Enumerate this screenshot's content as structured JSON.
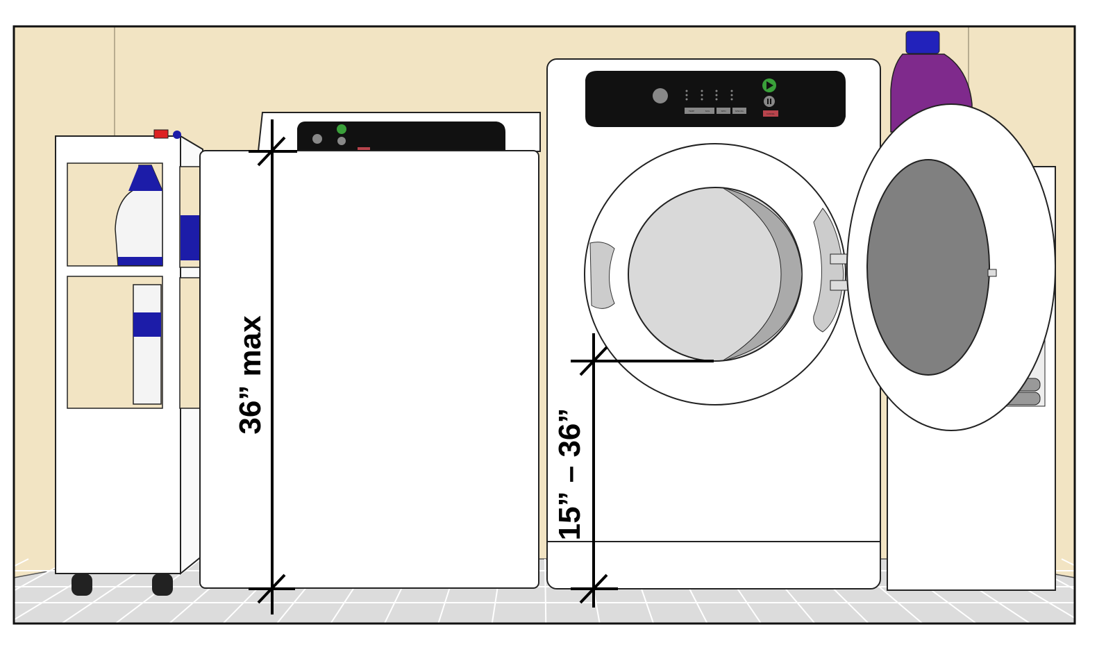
{
  "dimensions": {
    "washer_height": "36” max",
    "dryer_opening_height": "15” – 36”"
  },
  "dryer_panel": {
    "buttons": [
      "TEMP",
      "SOIL",
      "SPIN",
      "SPECIAL"
    ],
    "cancel": "CANCEL"
  },
  "colors": {
    "wall": "#f2e4c3",
    "floor": "#dcdcdc",
    "panel": "#111111",
    "start_green": "#3aa03a",
    "cancel_red": "#b8444c",
    "detergent_purple": "#7f2a8c",
    "bottle_blue": "#1c1ca8",
    "drum_grey": "#808080"
  }
}
